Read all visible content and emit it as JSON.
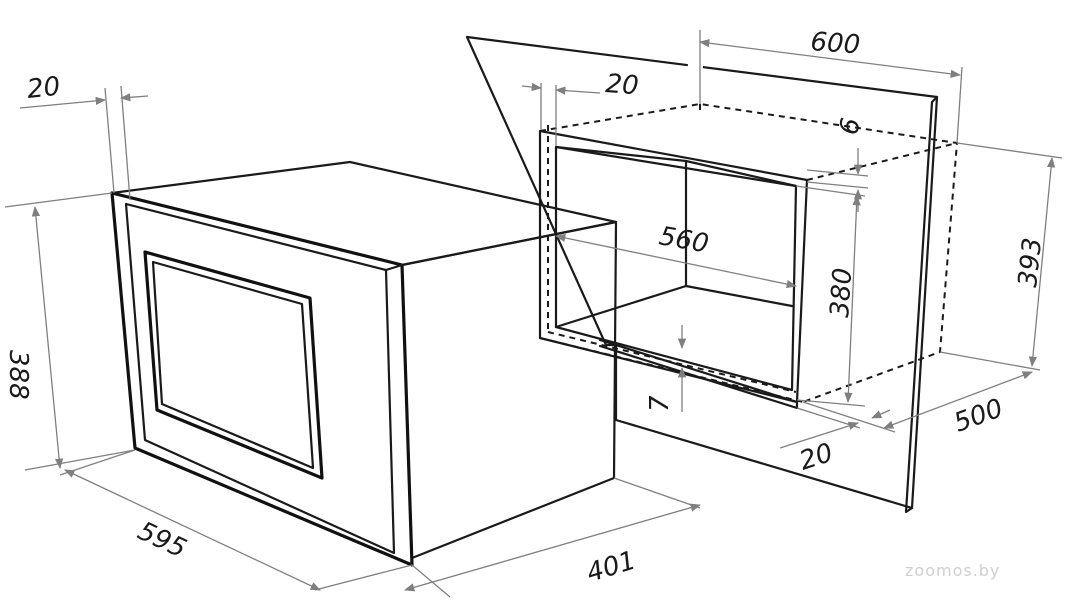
{
  "dimensions": {
    "frame_thickness_left": "20",
    "appliance_height": "388",
    "appliance_width": "595",
    "appliance_depth": "401",
    "cabinet_width": "600",
    "cabinet_panel_thickness": "20",
    "top_gap": "6",
    "niche_width": "560",
    "niche_height": "380",
    "cabinet_height": "393",
    "cabinet_depth": "500",
    "bottom_gap": "7",
    "front_offset": "20"
  },
  "watermark": "zoomos.by"
}
